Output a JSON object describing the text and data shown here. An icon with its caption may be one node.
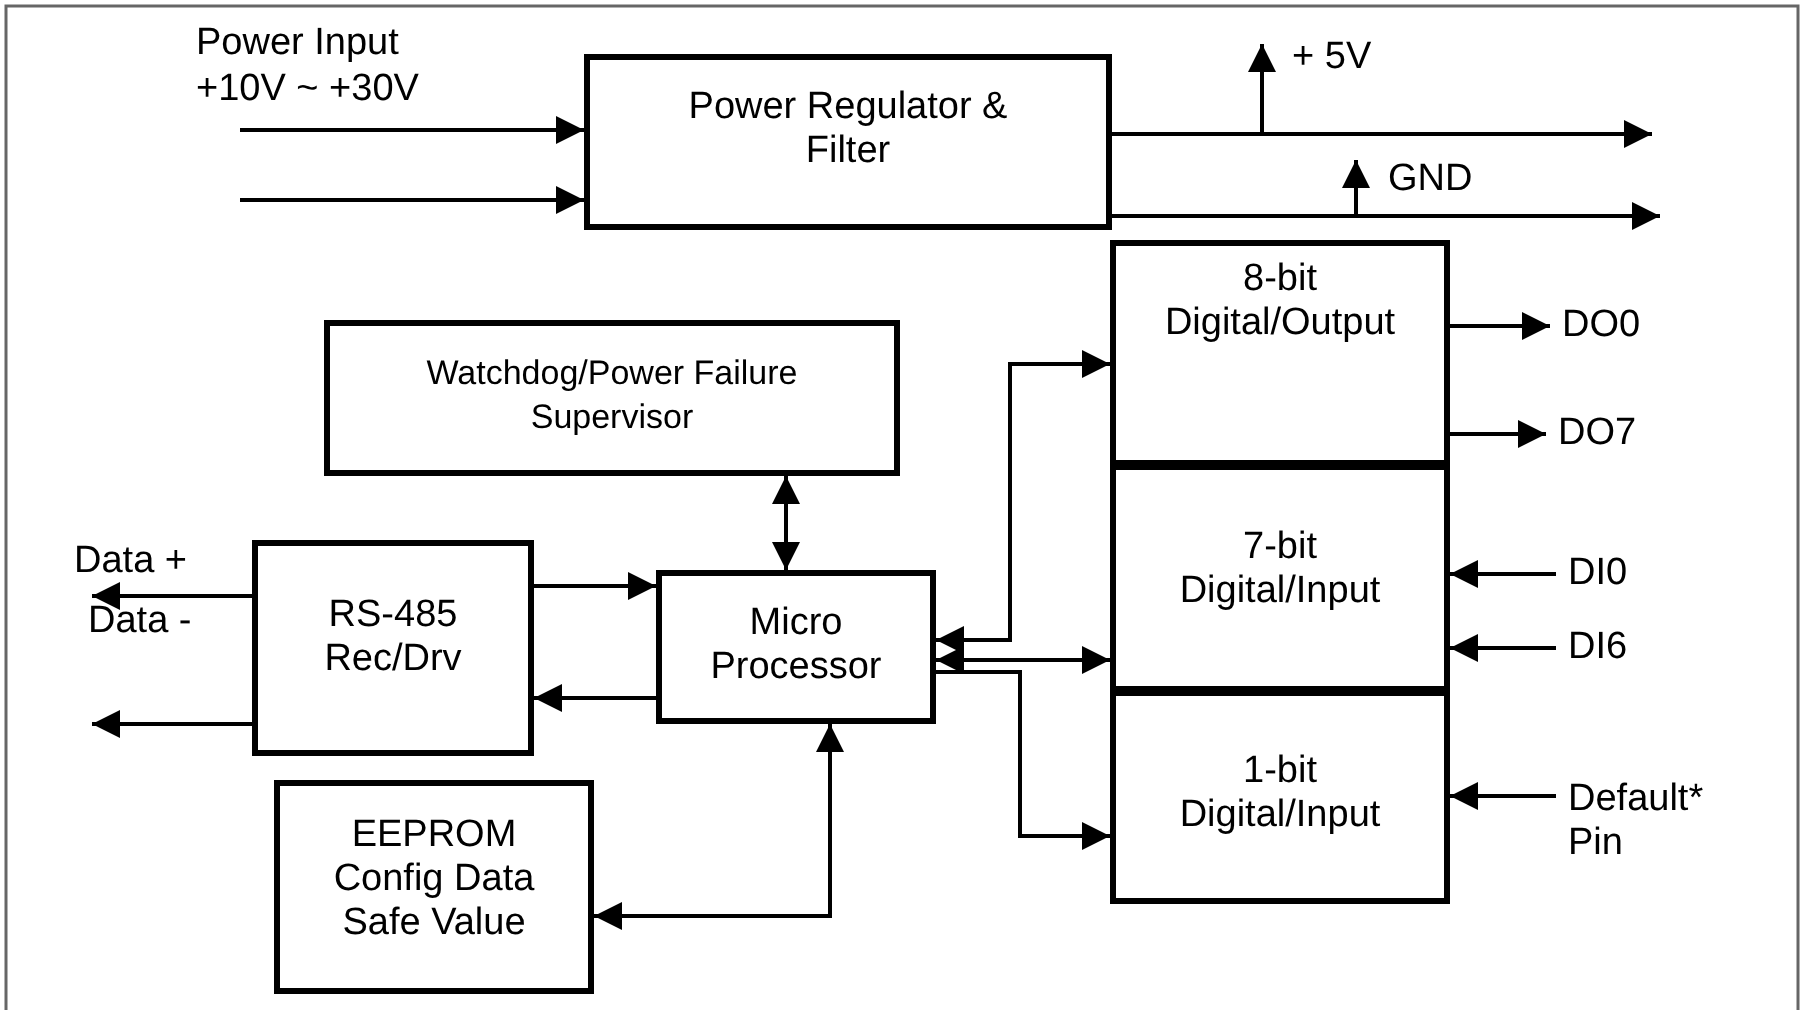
{
  "diagram": {
    "nodes": [
      {
        "text": [
          "Power Regulator & Filter"
        ]
      },
      {
        "text": [
          "Watchdog/Power Failure Supervisor"
        ]
      },
      {
        "text": [
          "RS-485 Rec/Drv"
        ]
      },
      {
        "text": [
          "Micro Processor"
        ]
      },
      {
        "text": [
          "EEPROM Config Data Safe Value"
        ]
      },
      {
        "text": [
          "8-bit Digital/Output"
        ]
      },
      {
        "text": [
          "7-bit Digital/Input"
        ]
      },
      {
        "text": [
          "1-bit Digital/Input"
        ]
      },
      {
        "text": [
          "DO0"
        ]
      },
      {
        "text": [
          "DO7"
        ]
      },
      {
        "text": [
          "DI0"
        ]
      },
      {
        "text": [
          "DI6"
        ]
      },
      {
        "text": [
          "Default* Pin"
        ]
      },
      {
        "text": [
          "Data +"
        ]
      }
    ],
    "edges": [
      {
        "from": null,
        "to": 0,
        "arrow": "to"
      },
      {
        "from": null,
        "to": 0,
        "arrow": "to"
      },
      {
        "from": 0,
        "to": null,
        "arrow": "to"
      },
      {
        "from": 0,
        "to": null,
        "arrow": "to"
      },
      {
        "from": 1,
        "to": 3,
        "arrow": "both"
      },
      {
        "from": 2,
        "to": 13,
        "arrow": "to"
      },
      {
        "from": 2,
        "to": null,
        "arrow": "to"
      },
      {
        "from": 2,
        "to": 3,
        "arrow": "to"
      },
      {
        "from": 3,
        "to": 2,
        "arrow": "to"
      },
      {
        "from": 3,
        "to": 4,
        "arrow": "both"
      },
      {
        "from": 3,
        "to": 5,
        "arrow": "both"
      },
      {
        "from": 3,
        "to": 6,
        "arrow": "both"
      },
      {
        "from": 3,
        "to": 7,
        "arrow": "to"
      },
      {
        "from": 5,
        "to": 8,
        "arrow": "to"
      },
      {
        "from": 5,
        "to": 9,
        "arrow": "to"
      },
      {
        "from": 10,
        "to": 6,
        "arrow": "to"
      },
      {
        "from": 11,
        "to": 6,
        "arrow": "to"
      },
      {
        "from": 12,
        "to": 7,
        "arrow": "to"
      }
    ],
    "labels": [
      "Power Input +10V ~ +30V",
      "+ 5V",
      "GND",
      "Data -"
    ]
  }
}
